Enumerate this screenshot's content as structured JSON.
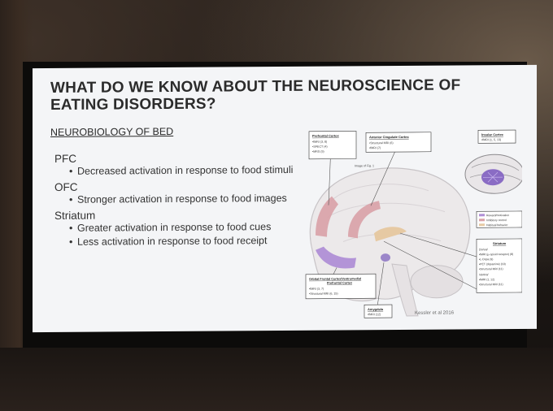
{
  "slide": {
    "title_line1": "WHAT DO WE KNOW ABOUT THE NEUROSCIENCE OF",
    "title_line2": "EATING DISORDERS?",
    "subtitle": "NEUROBIOLOGY OF BED",
    "sections": [
      {
        "heading": "PFC",
        "points": [
          "Decreased activation in response to food stimuli"
        ]
      },
      {
        "heading": "OFC",
        "points": [
          "Stronger activation in response to food images"
        ]
      },
      {
        "heading": "Striatum",
        "points": [
          "Greater activation in response to food cues",
          "Less activation in response to food receipt"
        ]
      }
    ],
    "citation": "Kessler et al 2016"
  },
  "figure": {
    "boxes": {
      "pfc": [
        "Prefrontal Cortex",
        "•fMRI (3, 8)",
        "•SPECT (4)",
        "•MRS (5)"
      ],
      "acc": [
        "Anterior Cingulate Cortex",
        "•Structural MRI (6)",
        "•fMRI (7)"
      ],
      "insula": [
        "Insular Cortex",
        "•fMRI (1, 5, 13)"
      ],
      "ofc": [
        "Orbital Frontal Cortex/Ventromedial",
        "Prefrontal Cortex",
        "•fMRI (3, 7)",
        "•Structural MRI (6, 15)"
      ],
      "amygdala": [
        "Amygdala",
        "•fMRI (12)"
      ],
      "striatum": [
        "Striatum",
        "Dorsal",
        "•fMRI (µ-opioid receptor) (8)",
        "•L-Dopa (9)",
        "•PET (dopamine) (10)",
        "•Structural MRI (11)",
        "Ventral",
        "•fMRI (1, 12)",
        "•Structural MRI (11)"
      ]
    },
    "image_label": "Image of Fig. 1",
    "legend": [
      "Reward/motivation",
      "Inhibitory control",
      "Habitual behavior"
    ]
  },
  "colors": {
    "reward": "#b08fd6",
    "inhibitory": "#d9a1a7",
    "habitual": "#e6c9a3"
  }
}
